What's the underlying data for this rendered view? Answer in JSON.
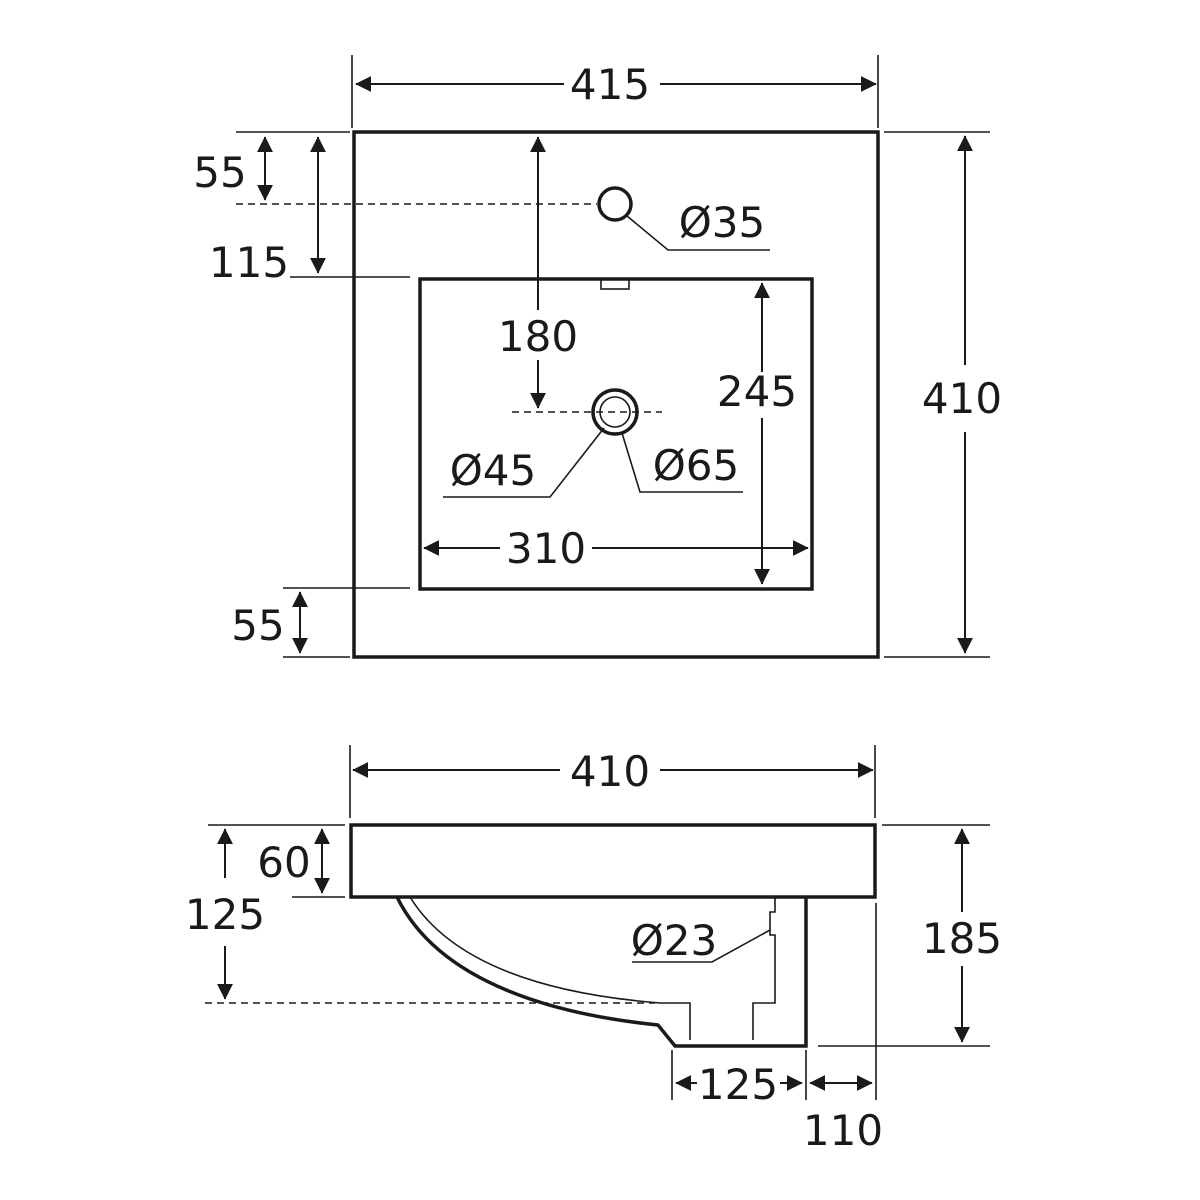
{
  "top_view": {
    "overall_width": "415",
    "overall_depth": "410",
    "tap_hole_offset": "55",
    "bowl_back_offset": "115",
    "tap_to_waste": "180",
    "tap_hole_diameter": "Ø35",
    "bowl_depth": "245",
    "waste_inner_diameter": "Ø45",
    "waste_outer_diameter": "Ø65",
    "bowl_width": "310",
    "bowl_front_offset": "55"
  },
  "side_view": {
    "overall_width": "410",
    "rim_height": "60",
    "bowl_height": "125",
    "overall_height": "185",
    "overflow_diameter": "Ø23",
    "base_width": "125",
    "back_offset": "110"
  },
  "colors": {
    "line": "#1a1a1a",
    "background": "#ffffff"
  }
}
